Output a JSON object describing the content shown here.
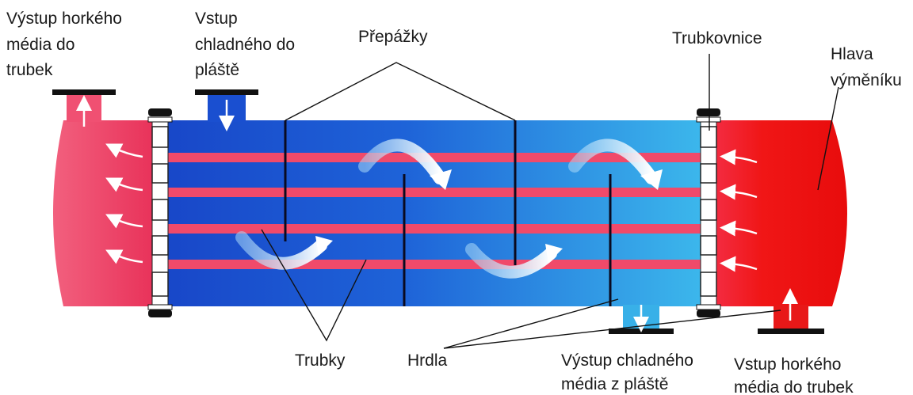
{
  "labels": {
    "hot_outlet": [
      "Výstup horkého",
      "média do",
      "trubek"
    ],
    "cold_inlet": [
      "Vstup",
      "chladného do",
      "pláště"
    ],
    "baffles": [
      "Přepážky"
    ],
    "tube_sheet": [
      "Trubkovnice"
    ],
    "head": [
      "Hlava",
      "výměníku"
    ],
    "tubes": [
      "Trubky"
    ],
    "nozzles": [
      "Hrdla"
    ],
    "cold_outlet": [
      "Výstup chladného",
      "média z pláště"
    ],
    "hot_inlet": [
      "Vstup horkého",
      "média do trubek"
    ]
  },
  "colors": {
    "hot": "#e8204a",
    "hot_head": "#f01818",
    "shell_dark": "#1a4fd0",
    "shell_light": "#3ab6ea",
    "tube": "#f04a6a",
    "line": "#111111"
  }
}
